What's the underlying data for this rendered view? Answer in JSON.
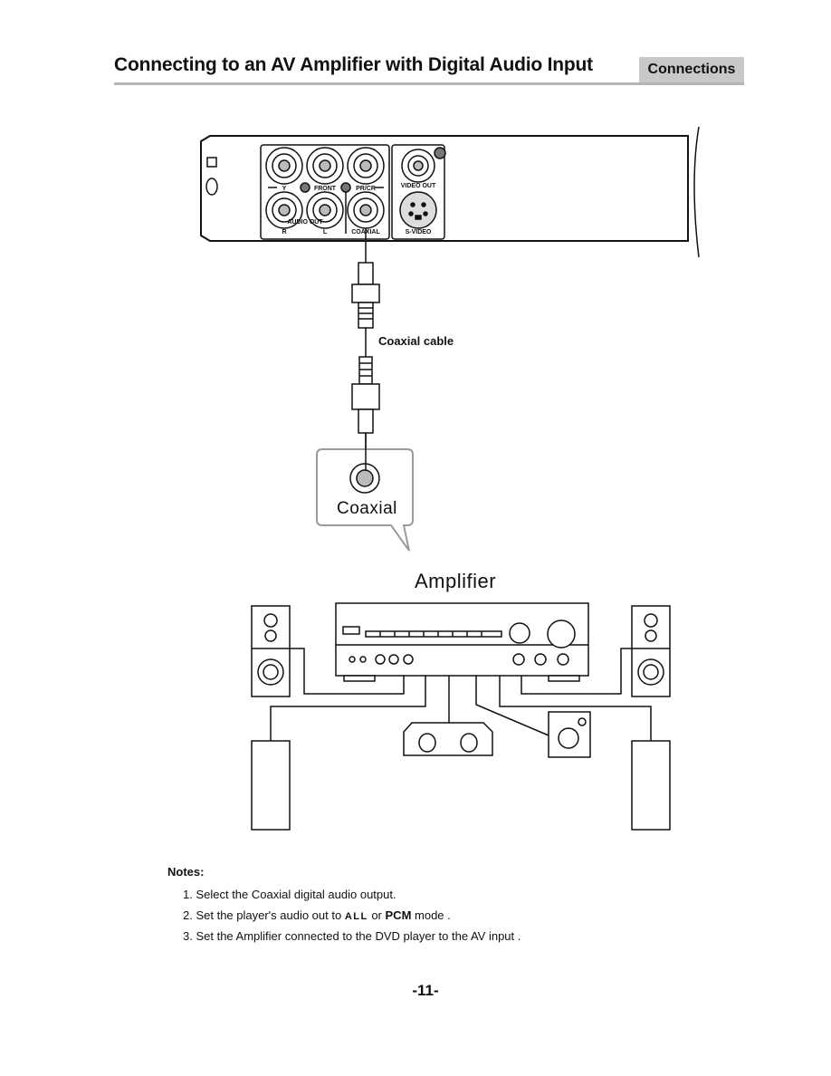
{
  "header": {
    "title": "Connecting to an AV Amplifier with Digital Audio Input",
    "section": "Connections"
  },
  "panel": {
    "front": "FRONT",
    "pr": "PR/CR",
    "y": "Y",
    "audio_out": "AUDIO OUT",
    "r": "R",
    "l": "L",
    "coaxial": "COAXIAL",
    "video_out": "VIDEO OUT",
    "s_video": "S-VIDEO"
  },
  "diagram": {
    "cable_label": "Coaxial cable",
    "coax_jack_label": "Coaxial",
    "amplifier_label": "Amplifier"
  },
  "notes": {
    "heading": "Notes:",
    "item1": "1. Select the Coaxial digital audio output.",
    "item2_pre": "2. Set the player's audio out to ",
    "item2_all": "ALL",
    "item2_or": " or ",
    "item2_pcm": "PCM",
    "item2_post": " mode .",
    "item3": "3. Set the Amplifier connected to the DVD player to the AV input ."
  },
  "page_number": "-11-"
}
